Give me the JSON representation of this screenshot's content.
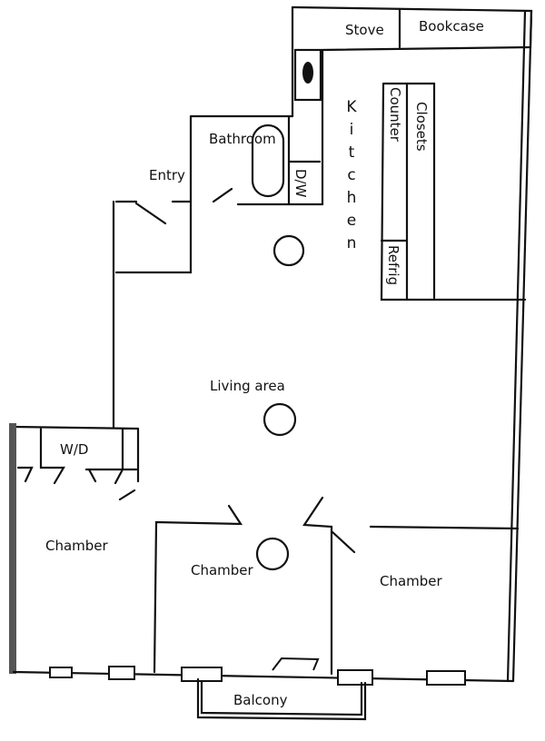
{
  "title": "Apartment floor plan",
  "labels": {
    "stove": "Stove",
    "bookcase": "Bookcase",
    "kitchen": "Kitchen",
    "counter": "Counter",
    "closets": "Closets",
    "refrig": "Refrig",
    "dishwasher": "D/W",
    "bathroom": "Bathroom",
    "entry": "Entry",
    "living_area": "Living area",
    "washer_dryer": "W/D",
    "chamber_left": "Chamber",
    "chamber_middle": "Chamber",
    "chamber_right": "Chamber",
    "balcony": "Balcony"
  }
}
